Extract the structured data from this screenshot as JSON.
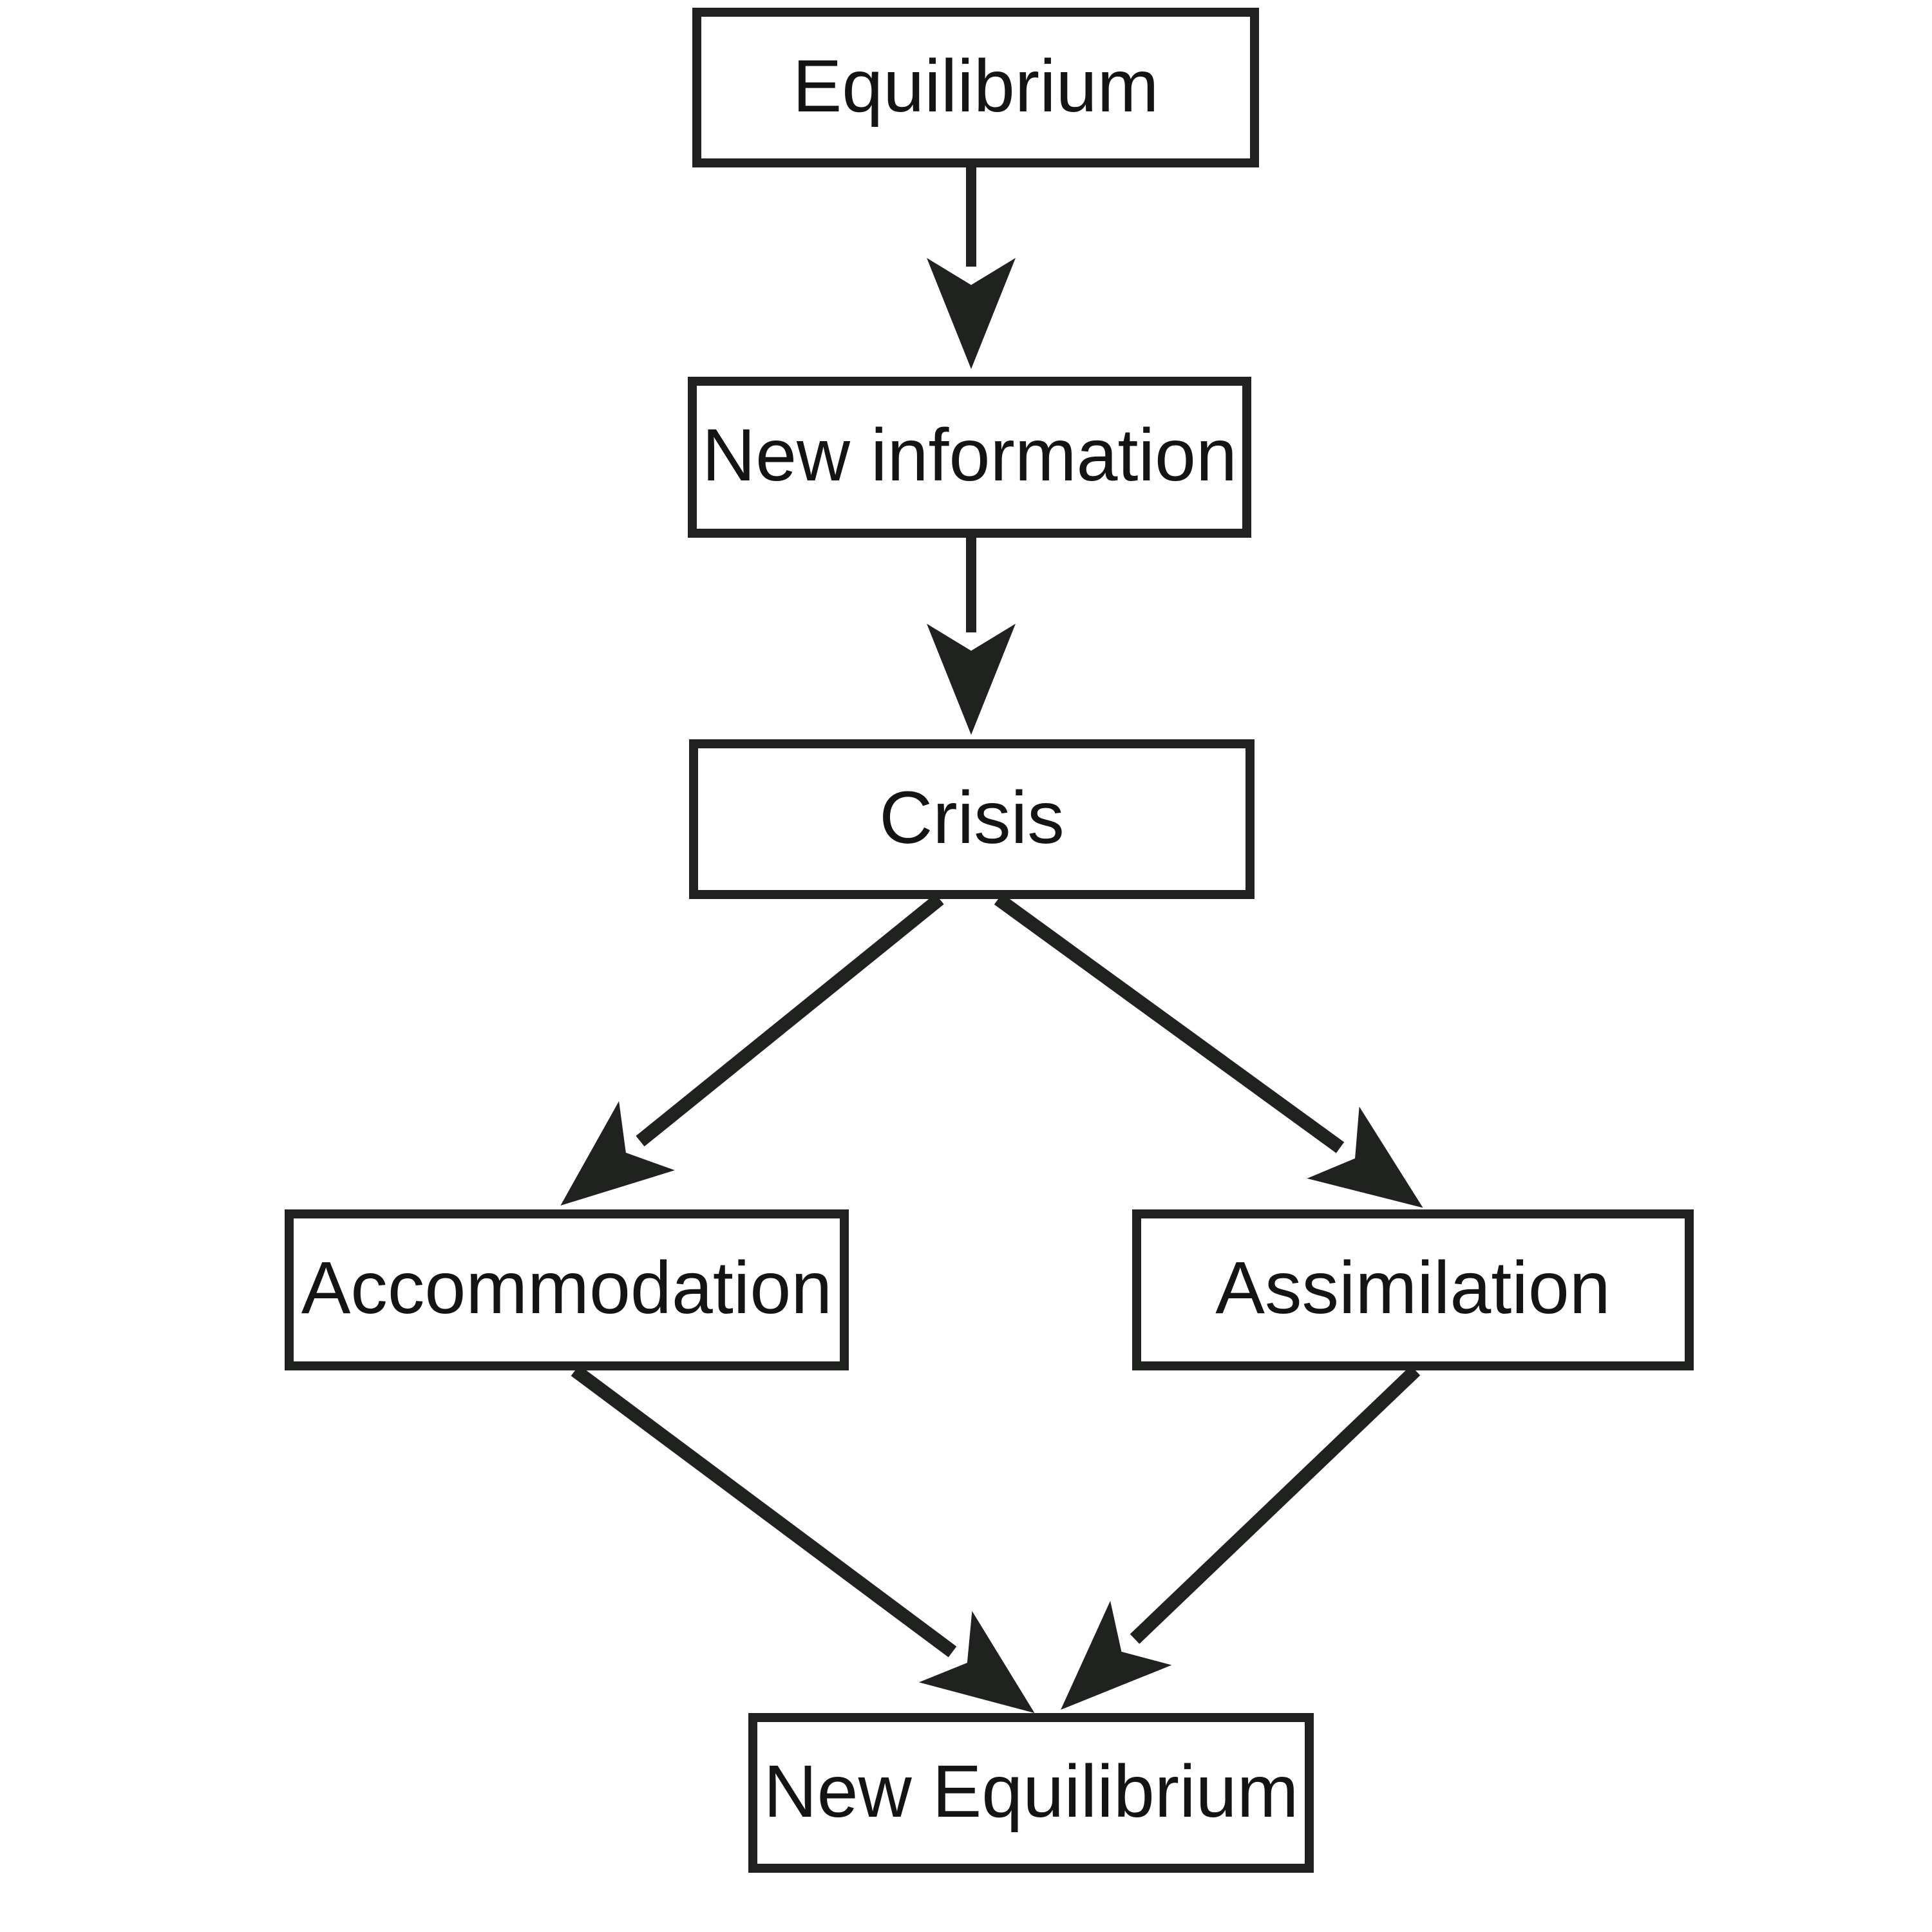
{
  "diagram": {
    "title": "Equilibrium / crisis flow diagram",
    "nodes": [
      {
        "id": "equilibrium",
        "label": "Equilibrium"
      },
      {
        "id": "new-information",
        "label": "New information"
      },
      {
        "id": "crisis",
        "label": "Crisis"
      },
      {
        "id": "accommodation",
        "label": "Accommodation"
      },
      {
        "id": "assimilation",
        "label": "Assimilation"
      },
      {
        "id": "new-equilibrium",
        "label": "New Equilibrium"
      }
    ],
    "edges": [
      {
        "from": "equilibrium",
        "to": "new-information"
      },
      {
        "from": "new-information",
        "to": "crisis"
      },
      {
        "from": "crisis",
        "to": "accommodation"
      },
      {
        "from": "crisis",
        "to": "assimilation"
      },
      {
        "from": "accommodation",
        "to": "new-equilibrium"
      },
      {
        "from": "assimilation",
        "to": "new-equilibrium"
      }
    ],
    "colors": {
      "line": "#1f221e",
      "text": "#141414",
      "box_fill": "#ffffff",
      "background": "#ffffff"
    }
  }
}
